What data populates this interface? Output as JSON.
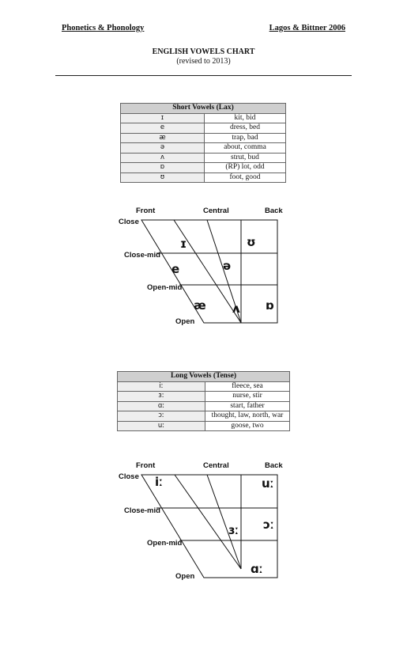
{
  "header": {
    "left": "Phonetics & Phonology",
    "right": "Lagos & Bittner 2006"
  },
  "doc": {
    "title": "ENGLISH VOWELS CHART",
    "subtitle": "(revised to 2013)"
  },
  "short_table": {
    "heading": "Short Vowels (Lax)",
    "rows": [
      {
        "symbol": "ɪ",
        "examples": "kit, bid"
      },
      {
        "symbol": "e",
        "examples": "dress, bed"
      },
      {
        "symbol": "æ",
        "examples": "trap, bad"
      },
      {
        "symbol": "ə",
        "examples": "about, comma"
      },
      {
        "symbol": "ʌ",
        "examples": "strut, bud"
      },
      {
        "symbol": "ɒ",
        "examples": "(RP) lot, odd"
      },
      {
        "symbol": "ʊ",
        "examples": "foot, good"
      }
    ]
  },
  "short_chart": {
    "front": "Front",
    "central": "Central",
    "back": "Back",
    "close": "Close",
    "close_mid": "Close-mid",
    "open_mid": "Open-mid",
    "open": "Open",
    "vowels": [
      "ɪ",
      "ʊ",
      "e",
      "ə",
      "æ",
      "ʌ",
      "ɒ"
    ]
  },
  "long_table": {
    "heading": "Long Vowels (Tense)",
    "rows": [
      {
        "symbol": "iː",
        "examples": "fleece, sea"
      },
      {
        "symbol": "ɜː",
        "examples": "nurse, stir"
      },
      {
        "symbol": "ɑː",
        "examples": "start, father"
      },
      {
        "symbol": "ɔː",
        "examples": "thought, law, north, war"
      },
      {
        "symbol": "uː",
        "examples": "goose, two"
      }
    ]
  },
  "long_chart": {
    "front": "Front",
    "central": "Central",
    "back": "Back",
    "close": "Close",
    "close_mid": "Close-mid",
    "open_mid": "Open-mid",
    "open": "Open",
    "vowels": [
      "iː",
      "uː",
      "ɜː",
      "ɔː",
      "ɑː"
    ]
  }
}
